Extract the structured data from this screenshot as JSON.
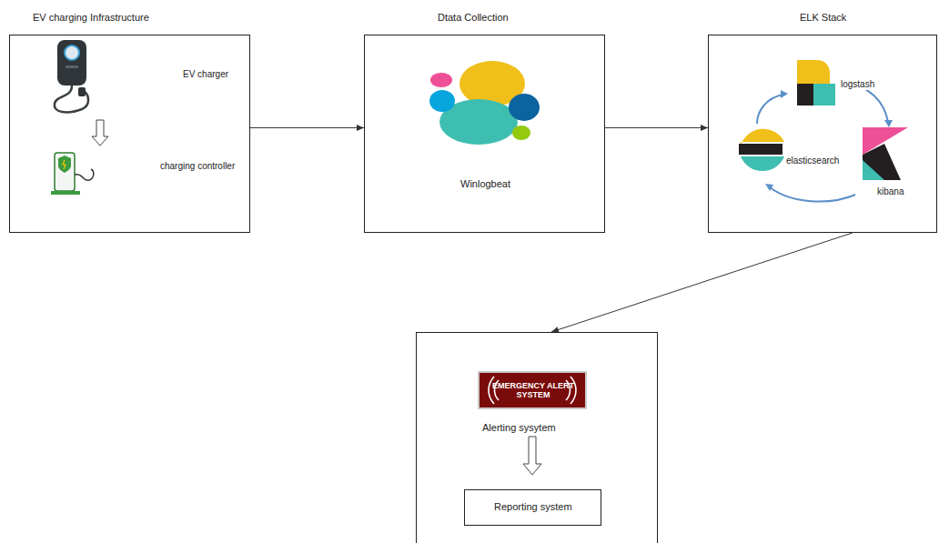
{
  "diagram": {
    "nodes": [
      {
        "text": [
          "EV charging Infrastructure",
          "EV charger",
          "charging controller"
        ]
      },
      {
        "text": [
          "Dtata Collection",
          "Winlogbeat"
        ]
      },
      {
        "text": [
          "ELK Stack",
          "logstash",
          "elasticsearch",
          "kibana"
        ]
      },
      {
        "text": [
          "Alerting sysytem"
        ]
      },
      {
        "text": [
          "Reporting system"
        ],
        "in": 3
      }
    ],
    "edges": [
      {
        "from": 0,
        "to": 1,
        "arrow": "to"
      },
      {
        "from": 1,
        "to": 2,
        "arrow": "to"
      },
      {
        "from": 2,
        "to": 3,
        "arrow": "to"
      }
    ],
    "labels": [
      "EMERGENCY ALERT SYSTEM"
    ]
  }
}
